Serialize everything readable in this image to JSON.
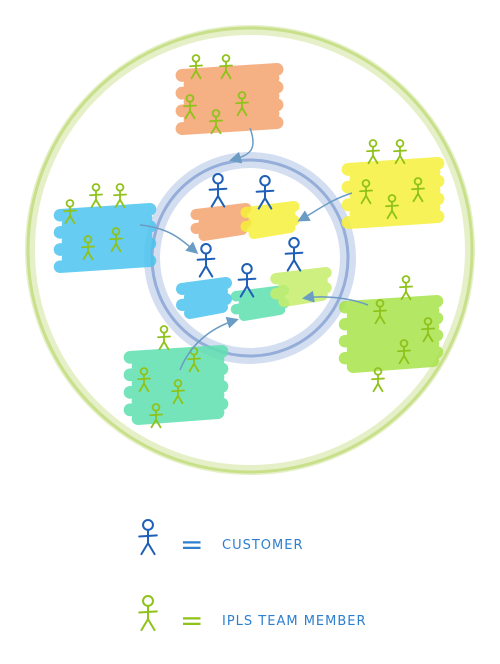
{
  "colors": {
    "customer": "#1f5fb8",
    "team_member": "#8fc21a",
    "outer_ring": "#c9e08a",
    "inner_ring": "#8ea9d6",
    "arrow": "#6a9cc4",
    "patch_orange": "#f4a36e",
    "patch_yellow": "#f6f03a",
    "patch_cyan": "#4cc4ef",
    "patch_green": "#a6e34a",
    "patch_mint": "#5fe0b0",
    "patch_lime": "#c6ee6a",
    "legend_text": "#2d7fd0"
  },
  "icons": {
    "customer": "stick-figure-icon",
    "team_member": "stick-figure-icon"
  },
  "legend": {
    "items": [
      {
        "symbol": "customer",
        "equals": "=",
        "label": "CUSTOMER"
      },
      {
        "symbol": "team_member",
        "equals": "=",
        "label": "IPLS TEAM MEMBER"
      }
    ]
  },
  "groups": [
    {
      "name": "orange",
      "patch": "patch_orange",
      "members": 5
    },
    {
      "name": "yellow",
      "patch": "patch_yellow",
      "members": 5
    },
    {
      "name": "cyan",
      "patch": "patch_cyan",
      "members": 5
    },
    {
      "name": "green",
      "patch": "patch_green",
      "members": 5
    },
    {
      "name": "mint",
      "patch": "patch_mint",
      "members": 5
    }
  ],
  "customers_count": 5
}
